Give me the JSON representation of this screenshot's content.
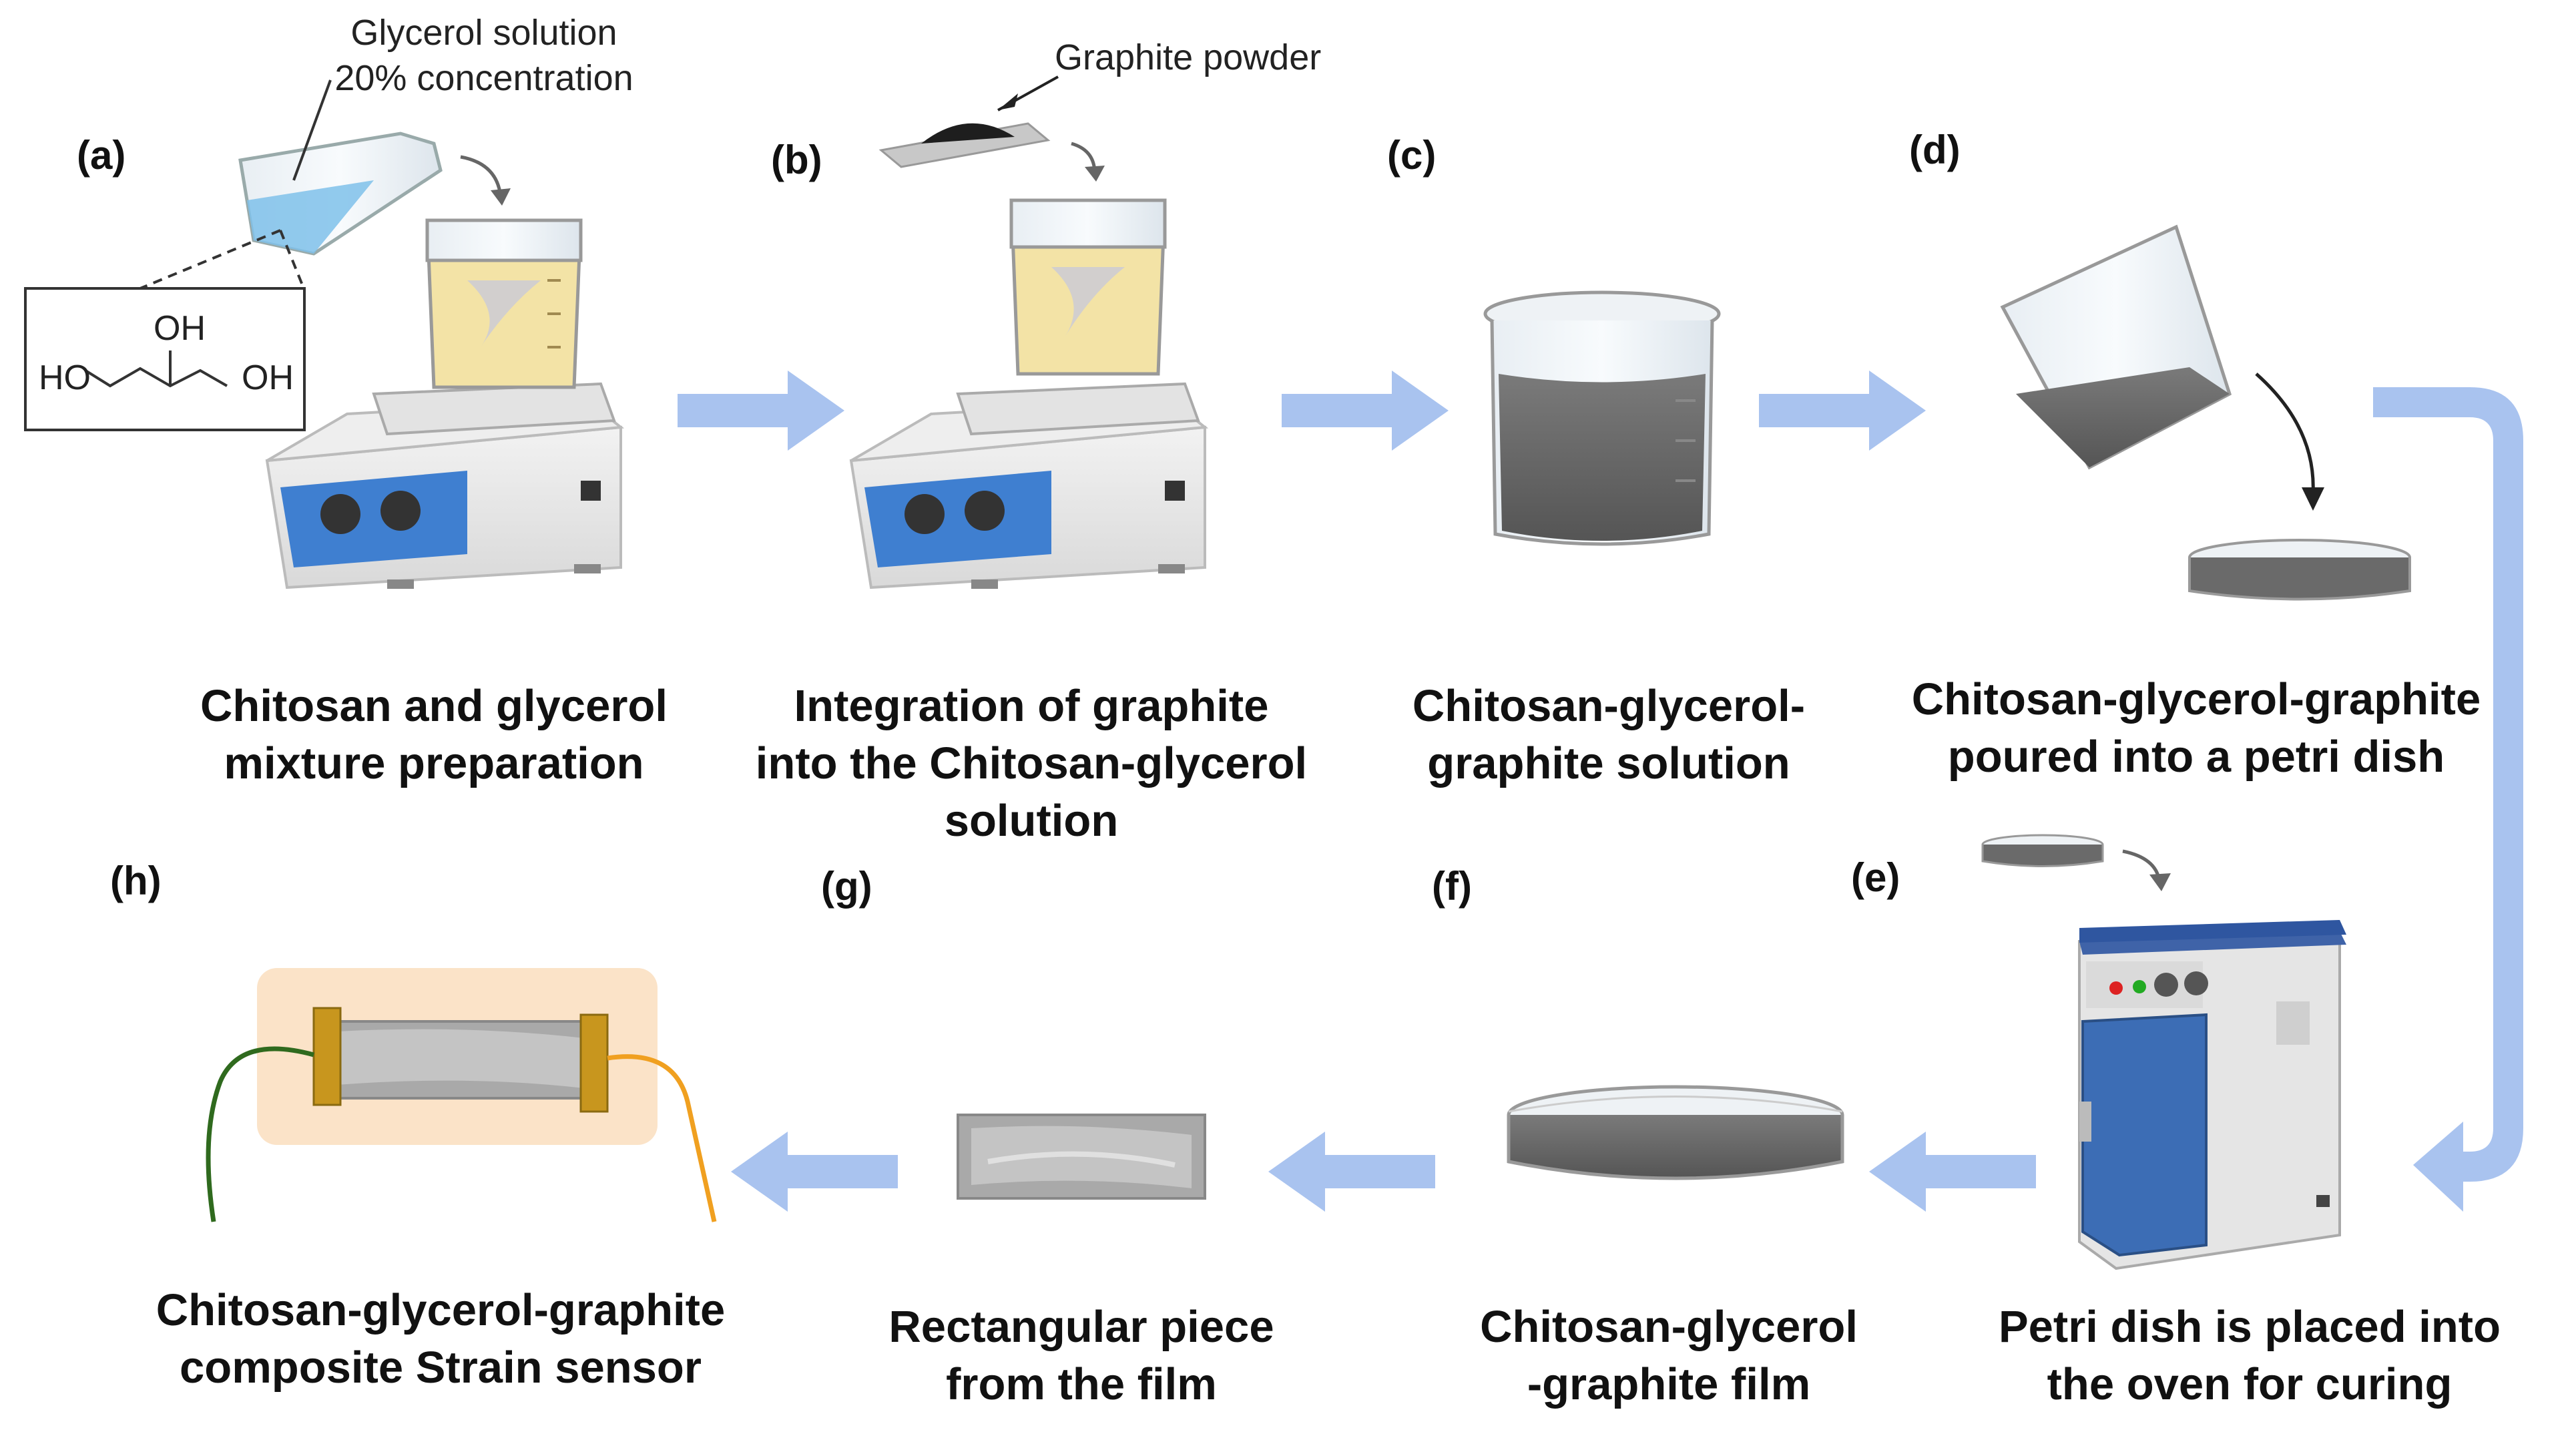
{
  "panels": [
    {
      "id": "a",
      "label": "(a)",
      "caption": [
        "Chitosan and glycerol",
        "mixture preparation"
      ]
    },
    {
      "id": "b",
      "label": "(b)",
      "caption": [
        "Integration of graphite",
        "into the Chitosan-glycerol",
        "solution"
      ]
    },
    {
      "id": "c",
      "label": "(c)",
      "caption": [
        "Chitosan-glycerol-",
        "graphite solution"
      ]
    },
    {
      "id": "d",
      "label": "(d)",
      "caption": [
        "Chitosan-glycerol-graphite",
        "poured into a petri dish"
      ]
    },
    {
      "id": "e",
      "label": "(e)",
      "caption": [
        "Petri dish is placed into",
        "the oven for curing"
      ]
    },
    {
      "id": "f",
      "label": "(f)",
      "caption": [
        "Chitosan-glycerol",
        "-graphite film"
      ]
    },
    {
      "id": "g",
      "label": "(g)",
      "caption": [
        "Rectangular piece",
        "from the film"
      ]
    },
    {
      "id": "h",
      "label": "(h)",
      "caption": [
        "Chitosan-glycerol-graphite",
        "composite Strain sensor"
      ]
    }
  ],
  "annotations": {
    "glycerol": [
      "Glycerol solution",
      "20% concentration"
    ],
    "graphite": "Graphite powder",
    "molecule": {
      "left": "HO",
      "top": "OH",
      "right": "OH"
    }
  },
  "colors": {
    "arrow": "#a9c3ef",
    "hotplate_panel": "#3f7fd0",
    "liquid_yellow": "#f3e3a6",
    "liquid_grey": "#5d5d5d",
    "oven_door": "#3c6db5",
    "sensor_bg": "#fbe3c8",
    "electrode": "#c8961e",
    "wire_green": "#2f6a1e",
    "wire_orange": "#f0a020"
  }
}
